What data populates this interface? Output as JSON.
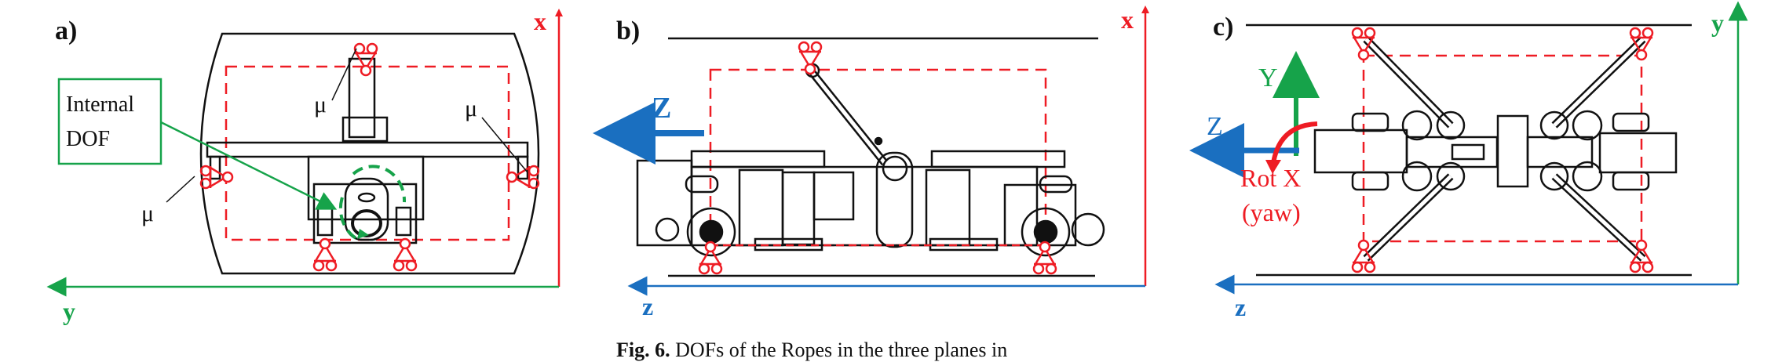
{
  "figure": {
    "caption_label": "Fig. 6.",
    "caption_text": "DOFs of the Ropes in the three planes in",
    "colors": {
      "red": "#ee1c24",
      "green": "#16a34a",
      "blue": "#1a6fc0",
      "black": "#111111"
    }
  },
  "panels": [
    {
      "id": "a",
      "label": "a)",
      "axes": {
        "vertical": "x",
        "horizontal": "y"
      },
      "annotation_box": {
        "line1": "Internal",
        "line2": "DOF"
      },
      "friction_labels": [
        "μ",
        "μ",
        "μ"
      ]
    },
    {
      "id": "b",
      "label": "b)",
      "axes": {
        "vertical": "x",
        "horizontal": "z"
      },
      "motion_arrow_label": "Z"
    },
    {
      "id": "c",
      "label": "c)",
      "axes": {
        "vertical": "y",
        "horizontal": "z"
      },
      "dof_labels": {
        "y_arrow": "Y",
        "z_arrow": "Z",
        "rotation": "Rot X",
        "rotation_note": "(yaw)"
      }
    }
  ]
}
